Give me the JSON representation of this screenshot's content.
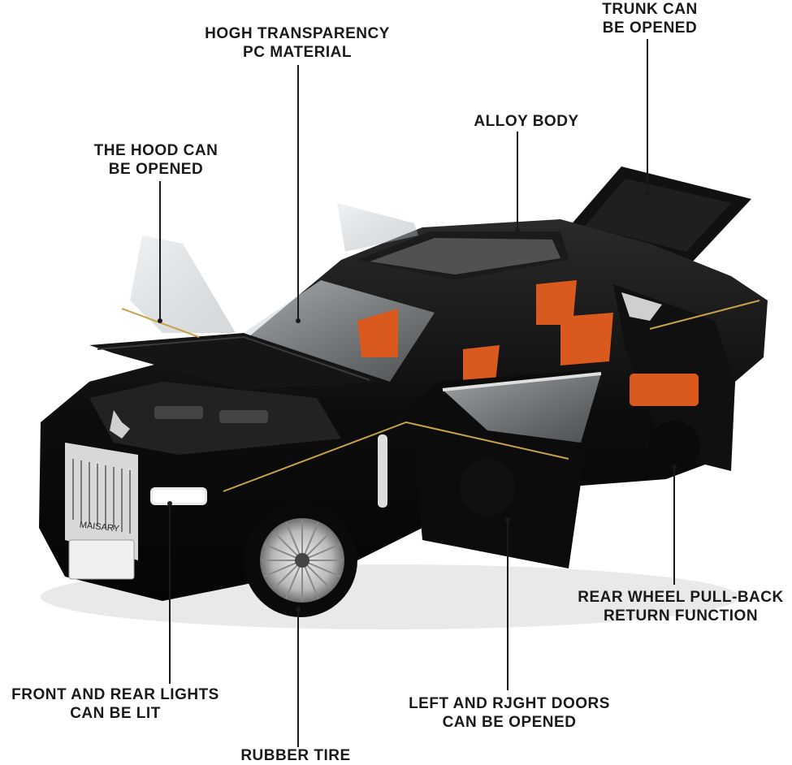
{
  "labels": {
    "trunk": [
      "TRUNK CAN",
      "BE OPENED"
    ],
    "pc_material": [
      "HOGH TRANSPARENCY",
      "PC MATERIAL"
    ],
    "alloy_body": [
      "ALLOY BODY"
    ],
    "hood": [
      "THE HOOD CAN",
      "BE OPENED"
    ],
    "rear_wheel": [
      "REAR WHEEL PULL-BACK",
      "RETURN FUNCTION"
    ],
    "lights": [
      "FRONT AND REAR LIGHTS",
      "CAN BE LIT"
    ],
    "doors": [
      "LEFT AND RJGHT DOORS",
      "CAN BE OPENED"
    ],
    "tire": [
      "RUBBER TIRE"
    ]
  },
  "car": {
    "plate_text": "MAISARY",
    "colors": {
      "body": "#0d0d0d",
      "interior": "#d9591e",
      "chrome": "#d8d8d8",
      "gold_stripe": "#c9a24a"
    }
  }
}
